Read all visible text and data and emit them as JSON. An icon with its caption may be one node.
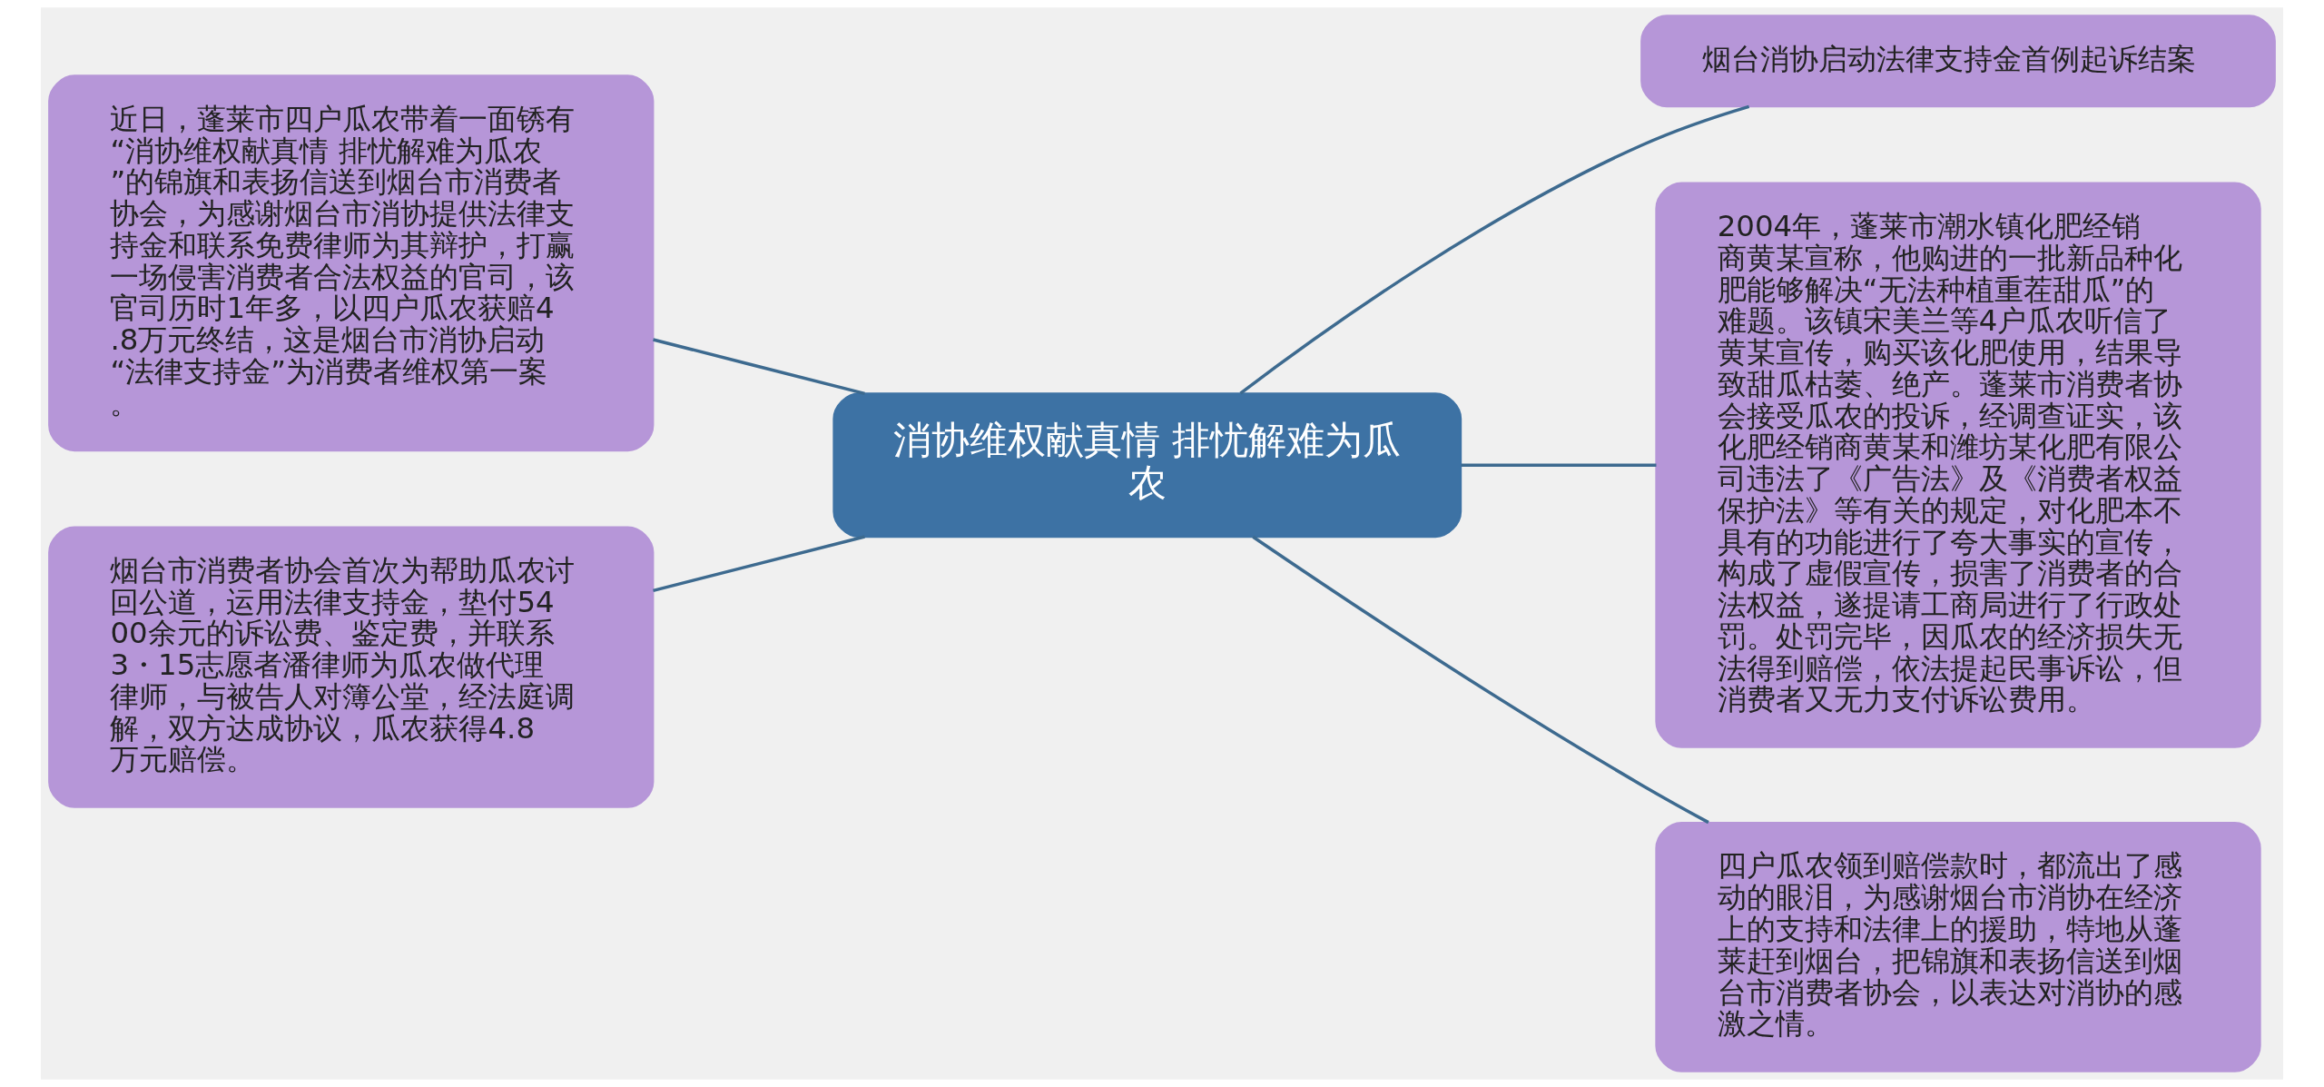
{
  "diagram": {
    "nodes": [
      {
        "text": [
          "消协维权献真情 排忧解难为瓜农"
        ]
      },
      {
        "text": [
          "烟台消协启动法律支持金首例起诉结案"
        ]
      },
      {
        "text": [
          "近日，蓬莱市四户瓜农带着一面锈有“消协维权献真情 排忧解难为瓜农”的锦旗和表扬信送到烟台市消费者协会，为感谢烟台市消协提供法律支持金和联系免费律师为其辩护，打赢一场侵害消费者合法权益的官司，该官司历时1年多，以四户瓜农获赔4.8万元终结，这是烟台市消协启动“法律支持金”为消费者维权第一案。"
        ]
      },
      {
        "text": [
          "2004年，蓬莱市潮水镇化肥经销商黄某宣称，他购进的一批新品种化肥能够解决“无法种植重茬甜瓜”的难题。该镇宋美兰等4户瓜农听信了黄某宣传，购买该化肥使用，结果导致甜瓜枯萎、绝产。蓬莱市消费者协会接受瓜农的投诉，经调查证实，该化肥经销商黄某和潍坊某化肥有限公司违法了《广告法》及《消费者权益保护法》等有关的规定，对化肥本不具有的功能进行了夸大事实的宣传，构成了虚假宣传，损害了消费者的合法权益，遂提请工商局进行了行政处罚。处罚完毕，因瓜农的经济损失无法得到赔偿，依法提起民事诉讼，但消费者又无力支付诉讼费用。"
        ]
      },
      {
        "text": [
          "烟台市消费者协会首次为帮助瓜农讨回公道，运用法律支持金，垫付5400余元的诉讼费、鉴定费，并联系3・15志愿者潘律师为瓜农做代理律师，与被告人对簿公堂，经法庭调解，双方达成协议，瓜农获得4.8万元赔偿。"
        ]
      },
      {
        "text": [
          "四户瓜农领到赔偿款时，都流出了感动的眼泪，为感谢烟台市消协在经济上的支持和法律上的援助，特地从蓬莱赶到烟台，把锦旗和表扬信送到烟台市消费者协会，以表达对消协的感激之情。"
        ]
      }
    ],
    "edges": [
      {
        "from": 0,
        "to": 1,
        "arrow": "none"
      },
      {
        "from": 0,
        "to": 2,
        "arrow": "none"
      },
      {
        "from": 0,
        "to": 3,
        "arrow": "none"
      },
      {
        "from": 0,
        "to": 4,
        "arrow": "none"
      },
      {
        "from": 0,
        "to": 5,
        "arrow": "none"
      }
    ]
  }
}
